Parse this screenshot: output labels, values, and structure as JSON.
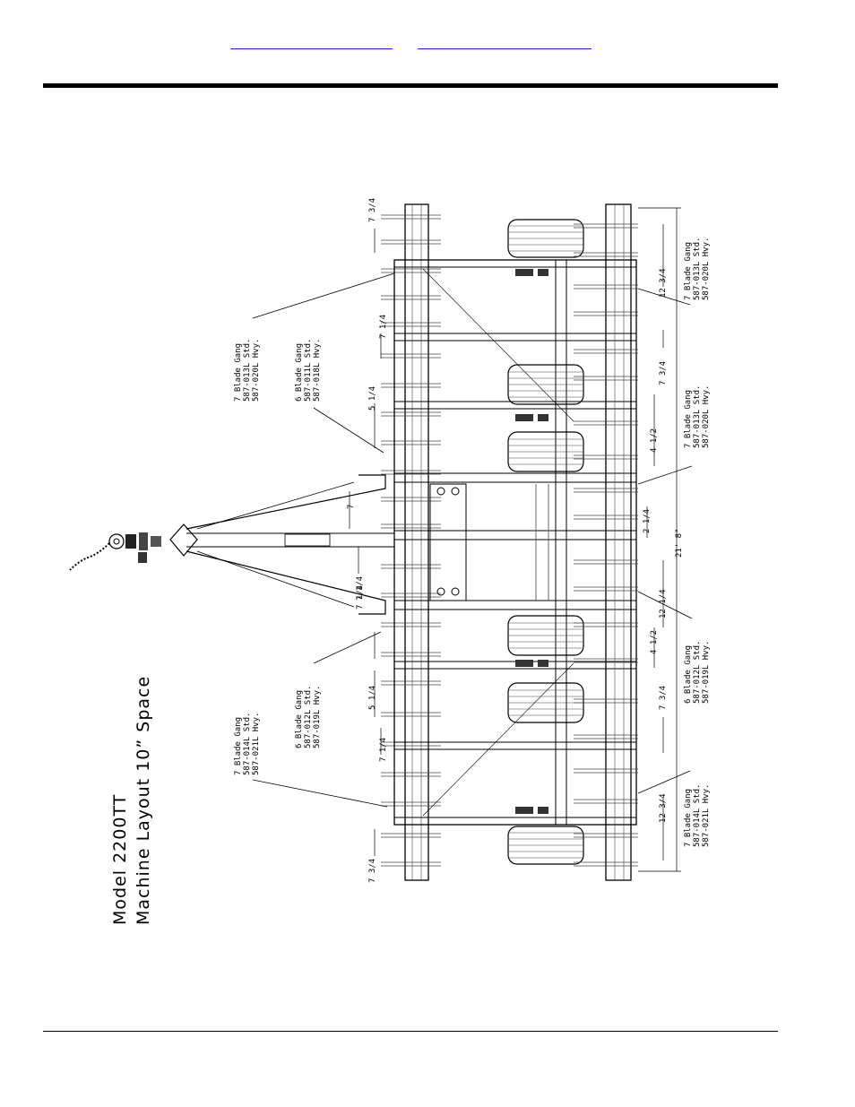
{
  "header": {
    "link_1": "",
    "link_2": ""
  },
  "drawing": {
    "title_line1": "Model  2200TT",
    "title_line2": "Machine  Layout  10”  Space",
    "overall_width": "21' 8\"",
    "callouts": {
      "left_outer": [
        "7 Blade Gang",
        "587-014L Std.",
        "587-021L Hvy."
      ],
      "left_inner": [
        "6 Blade Gang",
        "587-012L Std.",
        "587-019L Hvy."
      ],
      "right_inner": [
        "6 Blade Gang",
        "587-011L Std.",
        "587-018L Hvy."
      ],
      "right_outer": [
        "7 Blade Gang",
        "587-013L Std.",
        "587-020L Hvy."
      ],
      "rear_right_outer": [
        "7 Blade Gang",
        "587-013L Std.",
        "587-020L Hvy."
      ],
      "rear_right_center": [
        "7 Blade Gang",
        "587-013L Std.",
        "587-020L Hvy."
      ],
      "rear_left_center": [
        "6 Blade Gang",
        "587-012L Std.",
        "587-019L Hvy."
      ],
      "rear_left_outer": [
        "7 Blade Gang",
        "587-014L Std.",
        "587-021L Hvy."
      ]
    },
    "dims_front": [
      "7 3/4",
      "7 1/4",
      "5 1/4",
      "7",
      "7 1/4",
      "7 1/4",
      "5 1/4",
      "7 1/4",
      "7 3/4"
    ],
    "dims_rear": [
      "12 3/4",
      "7 3/4",
      "4 1/2",
      "2 1/4",
      "12 1/4",
      "4 1/2",
      "7 3/4",
      "12 3/4"
    ]
  }
}
